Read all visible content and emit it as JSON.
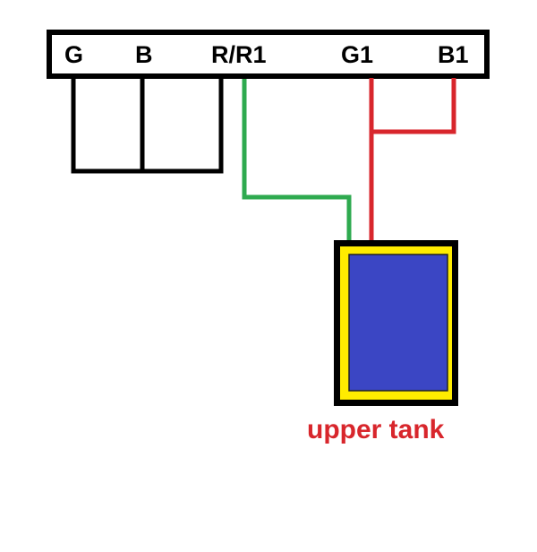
{
  "terminal_block": {
    "labels": [
      "G",
      "B",
      "R/R1",
      "G1",
      "B1"
    ]
  },
  "tank": {
    "label": "upper tank"
  },
  "colors": {
    "jumper_wire": "#000000",
    "green_wire": "#2eaa4f",
    "red_wire": "#d8262c",
    "tank_frame": "#000000",
    "tank_rim": "#ffec00",
    "tank_water": "#3b46c4",
    "caption": "#d8262c"
  }
}
